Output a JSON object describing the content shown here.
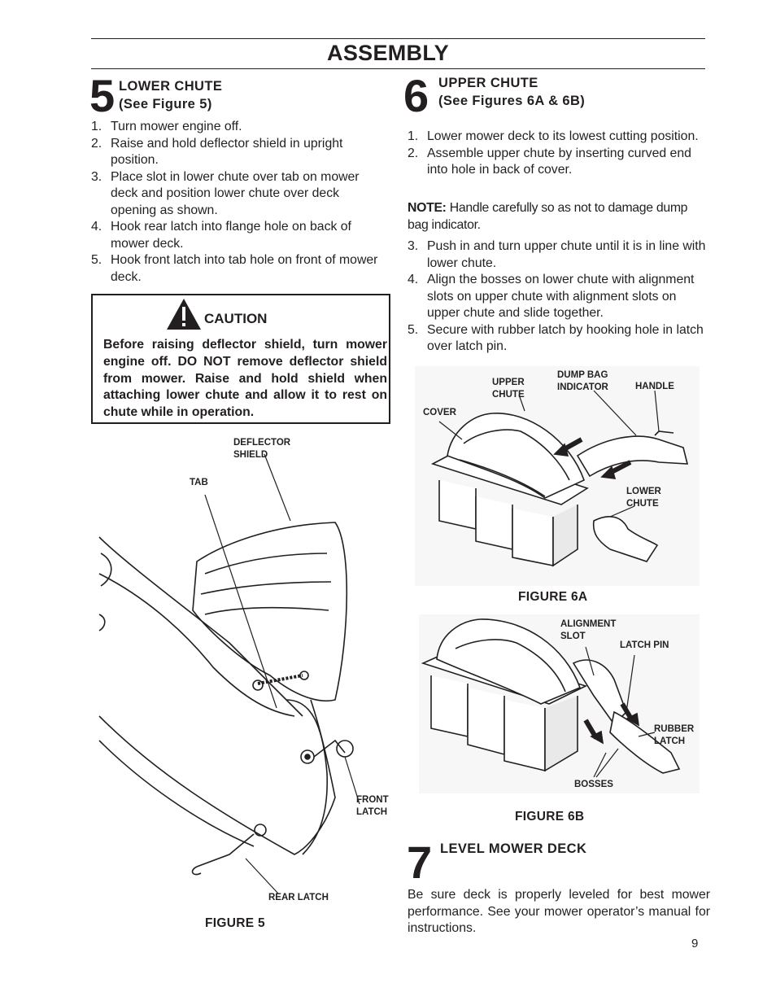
{
  "page": {
    "title": "ASSEMBLY",
    "page_number": "9"
  },
  "step5": {
    "number": "5",
    "heading_line1": "LOWER CHUTE",
    "heading_line2": "(See Figure 5)",
    "items": [
      {
        "num": "1.",
        "text": "Turn mower engine off."
      },
      {
        "num": "2.",
        "text": "Raise and hold deflector shield in upright position."
      },
      {
        "num": "3.",
        "text": "Place slot in lower chute over tab on mower deck and position lower chute over deck opening as shown."
      },
      {
        "num": "4.",
        "text": "Hook rear latch into flange hole on back of mower deck."
      },
      {
        "num": "5.",
        "text": "Hook front latch into tab hole on front of mower deck."
      }
    ]
  },
  "caution": {
    "title": "CAUTION",
    "text": "Before raising deflector shield, turn mower engine off. DO NOT remove deflector shield from mower. Raise and hold shield when attaching lower chute and allow it to rest on chute while in operation."
  },
  "figure5": {
    "caption": "FIGURE 5",
    "labels": {
      "deflector_shield": "DEFLECTOR\nSHIELD",
      "tab": "TAB",
      "front_latch": "FRONT\nLATCH",
      "rear_latch": "REAR LATCH"
    }
  },
  "step6": {
    "number": "6",
    "heading_line1": "UPPER CHUTE",
    "heading_line2": "(See Figures 6A & 6B)",
    "items_a": [
      {
        "num": "1.",
        "text": "Lower mower deck to its lowest cutting position."
      },
      {
        "num": "2.",
        "text": "Assemble upper chute by inserting curved end into hole in back of cover."
      }
    ],
    "note_label": "NOTE:",
    "note_text": "Handle carefully so as not to damage dump bag indicator.",
    "items_b": [
      {
        "num": "3.",
        "text": "Push in and turn upper chute until it is in line with lower chute."
      },
      {
        "num": "4.",
        "text": "Align the bosses on lower chute with alignment slots on upper chute with alignment slots on upper chute and slide together."
      },
      {
        "num": "5.",
        "text": "Secure with rubber latch by hooking hole in latch over latch pin."
      }
    ]
  },
  "figure6a": {
    "caption": "FIGURE 6A",
    "labels": {
      "upper_chute": "UPPER\nCHUTE",
      "dump_bag_indicator": "DUMP BAG\nINDICATOR",
      "handle": "HANDLE",
      "cover": "COVER",
      "lower_chute": "LOWER\nCHUTE"
    }
  },
  "figure6b": {
    "caption": "FIGURE 6B",
    "labels": {
      "alignment_slot": "ALIGNMENT\nSLOT",
      "latch_pin": "LATCH PIN",
      "rubber_latch": "RUBBER\nLATCH",
      "bosses": "BOSSES"
    }
  },
  "step7": {
    "number": "7",
    "heading": "LEVEL MOWER DECK",
    "text": "Be sure deck is properly leveled for best mower performance. See your mower operator’s manual for instructions."
  }
}
